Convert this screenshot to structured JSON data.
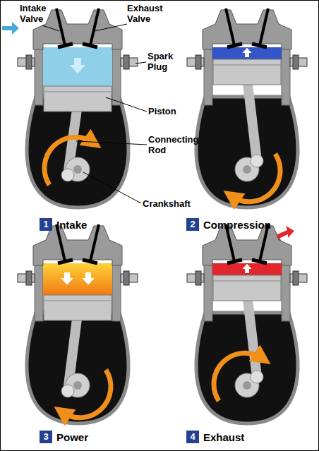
{
  "diagram": {
    "nodes": [
      {
        "text": [
          "1",
          "Intake"
        ]
      },
      {
        "text": [
          "2",
          "Compression"
        ]
      },
      {
        "text": [
          "3",
          "Power"
        ]
      },
      {
        "text": [
          "4",
          "Exhaust"
        ]
      }
    ],
    "labels": [
      "Intake Valve",
      "Exhaust Valve",
      "Spark Plug",
      "Piston",
      "Connecting Rod",
      "Crankshaft"
    ]
  }
}
